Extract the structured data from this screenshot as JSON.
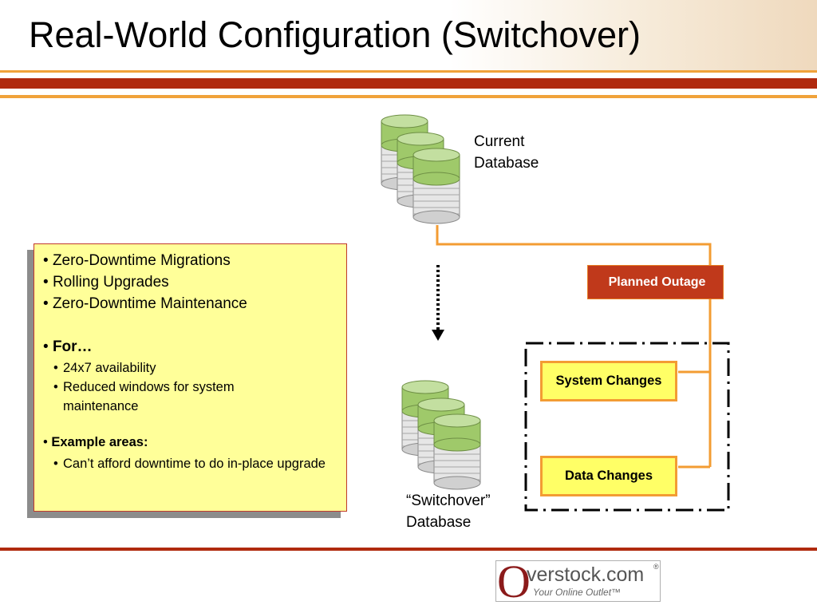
{
  "slide": {
    "title": "Real-World Configuration (Switchover)"
  },
  "diagram": {
    "current_db_label": [
      "Current",
      "Database"
    ],
    "switchover_db_label": [
      "“Switchover”",
      "Database"
    ],
    "planned_outage": "Planned Outage",
    "system_changes": "System Changes",
    "data_changes": "Data Changes"
  },
  "bullets": {
    "level1": [
      "Zero-Downtime Migrations",
      "Rolling Upgrades",
      "Zero-Downtime Maintenance"
    ],
    "for_label": "For…",
    "for_items": [
      "24x7 availability",
      "Reduced windows for system maintenance"
    ],
    "example_label": "Example areas:",
    "example_items": [
      "Can’t afford downtime to do in-place upgrade"
    ],
    "bullet_char": "•"
  },
  "logo": {
    "brand_initial": "O",
    "brand_rest": "verstock.com",
    "trademark": "®",
    "tagline": "Your Online Outlet™"
  },
  "colors": {
    "accent_red": "#c0391b",
    "accent_orange": "#f39c33",
    "note_yellow": "#ffff99",
    "db_green": "#9fc96a"
  }
}
